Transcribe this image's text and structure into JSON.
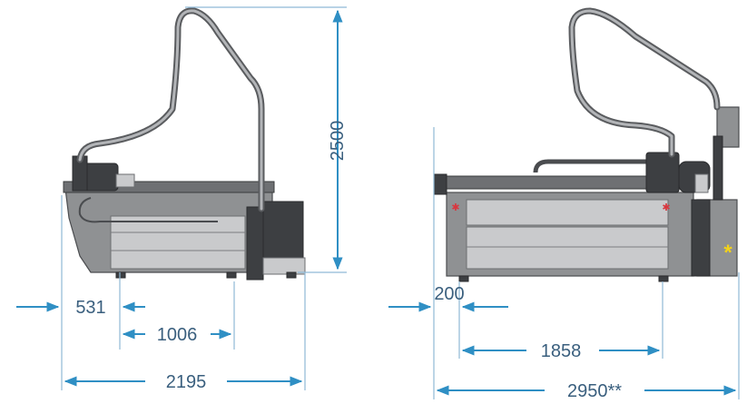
{
  "dimensions": {
    "side_height": "2500",
    "side_front_offset": "531",
    "side_inner_length": "1006",
    "side_total_length": "2195",
    "front_offset": "200",
    "front_inner_width": "1858",
    "front_total_width": "2950**"
  },
  "colors": {
    "dimension_line": "#2f8fc4",
    "dimension_text": "#3a5f7e",
    "machine_body": "#8f9193",
    "machine_dark": "#3d3f42",
    "marker_red": "#d9363e",
    "marker_yellow": "#f2d21a"
  }
}
